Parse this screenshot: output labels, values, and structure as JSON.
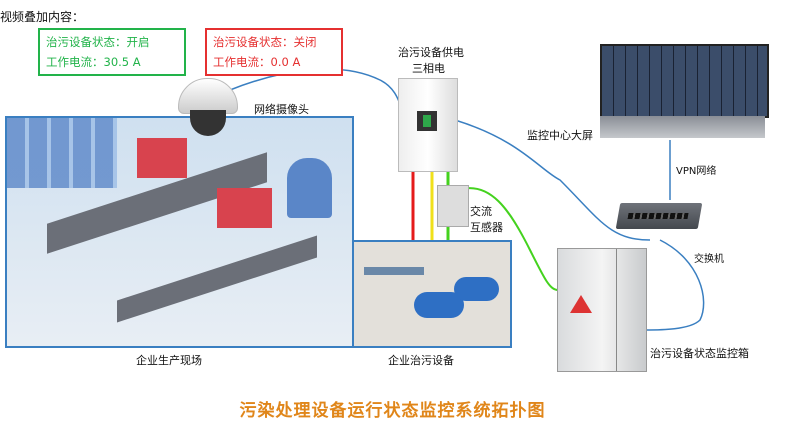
{
  "overlay_heading": "视频叠加内容：",
  "overlay_on": {
    "status": "治污设备状态：开启",
    "current": "工作电流：30.5 A",
    "color": "#22b34a"
  },
  "overlay_off": {
    "status": "治污设备状态：关闭",
    "current": "工作电流：0.0 A",
    "color": "#e53030"
  },
  "labels": {
    "camera": "网络摄像头",
    "power_supply": "治污设备供电",
    "three_phase": "三相电",
    "ct_line1": "交流",
    "ct_line2": "互感器",
    "monitor_center": "监控中心大屏",
    "vpn": "VPN网络",
    "switch": "交换机",
    "cabinet": "治污设备状态监控箱",
    "factory": "企业生产现场",
    "treatment": "企业治污设备"
  },
  "title": "污染处理设备运行状态监控系统拓扑图"
}
